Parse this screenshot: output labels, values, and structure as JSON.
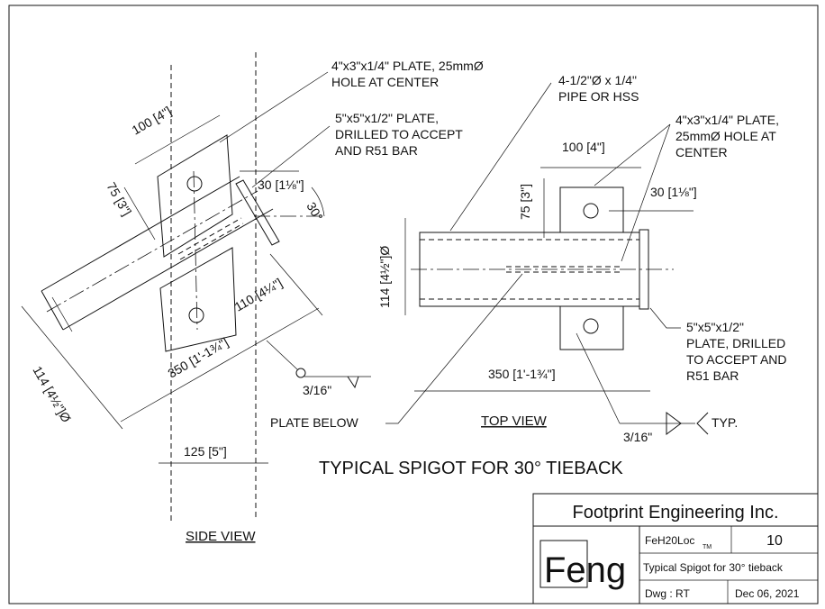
{
  "side_view": {
    "title": "SIDE VIEW",
    "dim_plate_width": "100  [4\"]",
    "dim_plate_height": "75  [3\"]",
    "dim_end_plate": "30  [1⅛\"]",
    "angle": "30°",
    "dim_pipe_dia": "114  [4½\"]Ø",
    "dim_length": "350  [1'-1¾\"]",
    "dim_offset": "110  [4¼\"]",
    "dim_bottom": "125  [5\"]",
    "weld": "3/16\""
  },
  "top_view": {
    "title": "TOP VIEW",
    "dim_plate_width": "100  [4\"]",
    "dim_plate_height": "75  [3\"]",
    "dim_end_plate": "30  [1⅛\"]",
    "dim_pipe_dia": "114  [4½\"]Ø",
    "dim_length": "350  [1'-1¾\"]",
    "weld": "3/16\"",
    "weld_note": "TYP."
  },
  "callouts": {
    "small_plate_line1": "4\"x3\"x1/4\" PLATE, 25mmØ",
    "small_plate_line2": "HOLE AT CENTER",
    "end_plate_line1": "5\"x5\"x1/2\" PLATE,",
    "end_plate_line2": "DRILLED TO ACCEPT",
    "end_plate_line3": "AND R51 BAR",
    "pipe_line1": "4-1/2\"Ø x 1/4\"",
    "pipe_line2": "PIPE OR HSS",
    "top_plate_line1": "4\"x3\"x1/4\" PLATE,",
    "top_plate_line2": "25mmØ HOLE AT",
    "top_plate_line3": "CENTER",
    "top_end_line1": "5\"x5\"x1/2\"",
    "top_end_line2": "PLATE, DRILLED",
    "top_end_line3": "TO ACCEPT AND",
    "top_end_line4": "R51 BAR",
    "plate_below": "PLATE BELOW"
  },
  "drawing_title": "TYPICAL  SPIGOT  FOR  30°  TIEBACK",
  "title_block": {
    "company": "Footprint Engineering Inc.",
    "logo_text": "Feng",
    "project": "FeH20Loc",
    "project_tm": "TM",
    "sheet_no": "10",
    "description": "Typical Spigot for 30° tieback",
    "drawing": "Dwg : RT",
    "date": "Dec 06, 2021"
  }
}
